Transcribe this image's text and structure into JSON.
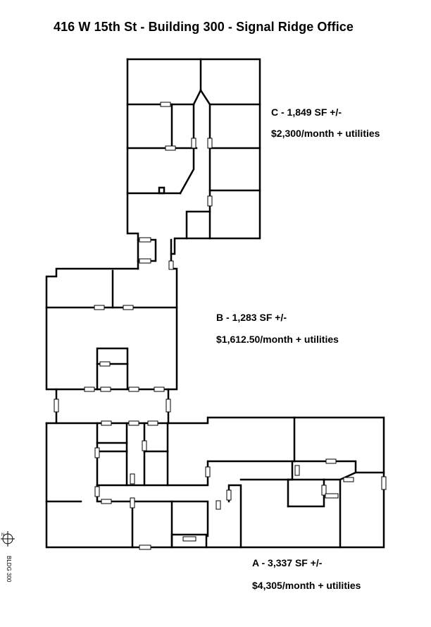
{
  "title": "416 W 15th St - Building 300 - Signal Ridge Office",
  "units": {
    "c": {
      "label": "C - 1,849 SF +/-",
      "price": "$2,300/month + utilities"
    },
    "b": {
      "label": "B - 1,283 SF +/-",
      "price": "$1,612.50/month + utilities"
    },
    "a": {
      "label": "A - 3,337 SF +/-",
      "price": "$4,305/month + utilities"
    }
  },
  "north_arrow": {
    "letter": "N",
    "tag": "BLDG 300"
  },
  "colors": {
    "walls": "#000000",
    "background": "#ffffff"
  }
}
